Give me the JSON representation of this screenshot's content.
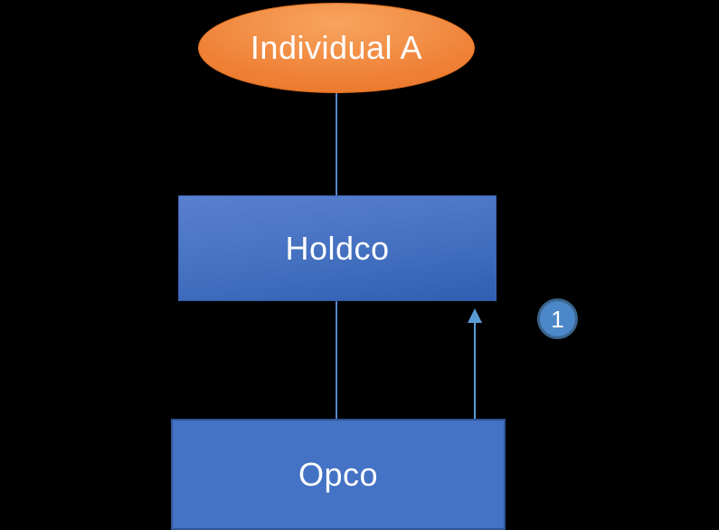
{
  "diagram": {
    "type": "org-structure-diagram",
    "nodes": {
      "individual_a": {
        "label": "Individual A",
        "shape": "ellipse"
      },
      "holdco": {
        "label": "Holdco",
        "shape": "rectangle"
      },
      "opco": {
        "label": "Opco",
        "shape": "rectangle"
      }
    },
    "connectors": {
      "individual_to_holdco": "line",
      "holdco_to_opco": "line",
      "opco_to_holdco_arrow": "arrow-up"
    },
    "annotation": {
      "step_number": "1"
    },
    "colors": {
      "background": "#000000",
      "text": "#FFFFFF",
      "orange_light": "#F7A45F",
      "orange_mid": "#EF8136",
      "orange_dark": "#DF6614",
      "orange_border": "#E06F1E",
      "blue_gradient_top": "#5A80D0",
      "blue_gradient_mid": "#4470C0",
      "blue_gradient_bottom": "#2F5FB2",
      "blue_flat": "#4472C4",
      "blue_border": "#2F5597",
      "blue_border_soft": "#3A62AE",
      "connector": "#5585CC",
      "arrow": "#5B9BD5",
      "badge_fill": "#4C87C9",
      "badge_border": "#3A648C"
    }
  }
}
